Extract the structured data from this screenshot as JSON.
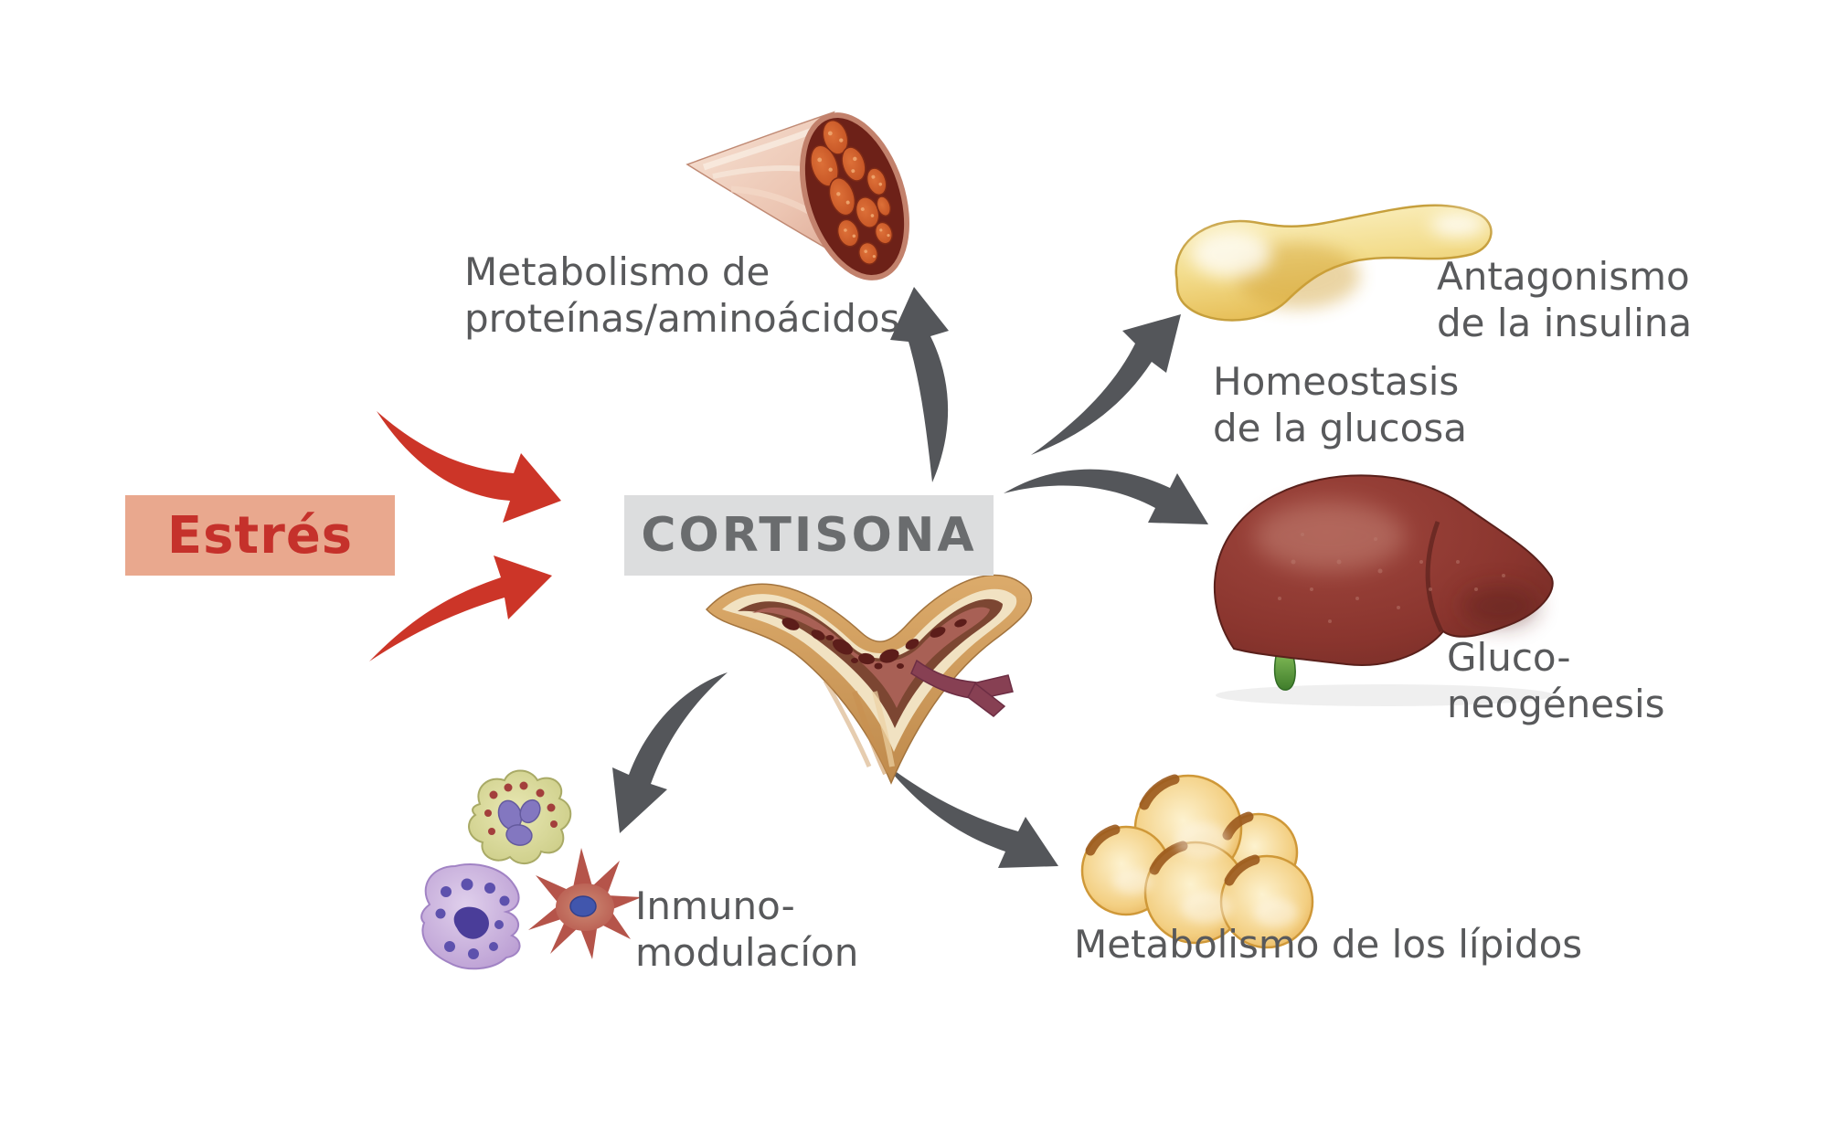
{
  "stress_label": "Estrés",
  "hormone_label": "CORTISONA",
  "effects": {
    "protein": {
      "line1": "Metabolismo de",
      "line2": "proteínas/aminoácidos"
    },
    "insulin": {
      "line1": "Antagonismo",
      "line2": "de la insulina"
    },
    "glucose": {
      "line1": "Homeostasis",
      "line2": "de la glucosa"
    },
    "gluconeogenesis": {
      "line1": "Gluco-",
      "line2": "neogénesis"
    },
    "immuno": {
      "line1": "Inmuno-",
      "line2": "modulacíon"
    },
    "lipids": {
      "line1": "Metabolismo de los lípidos"
    }
  },
  "organ_icons": [
    "muscle-cross-section",
    "pancreas",
    "liver-with-gallbladder",
    "bone-cross-section",
    "fat-cells",
    "immune-cells"
  ],
  "colors": {
    "background": "#FFFFFF",
    "stress_box": "#E9A88E",
    "stress_text": "#C5312B",
    "red_arrow": "#CC3528",
    "hormone_box": "#DCDDDE",
    "hormone_text": "#6A6C6E",
    "label_text": "#58595B",
    "gray_arrow": "#54565A"
  }
}
